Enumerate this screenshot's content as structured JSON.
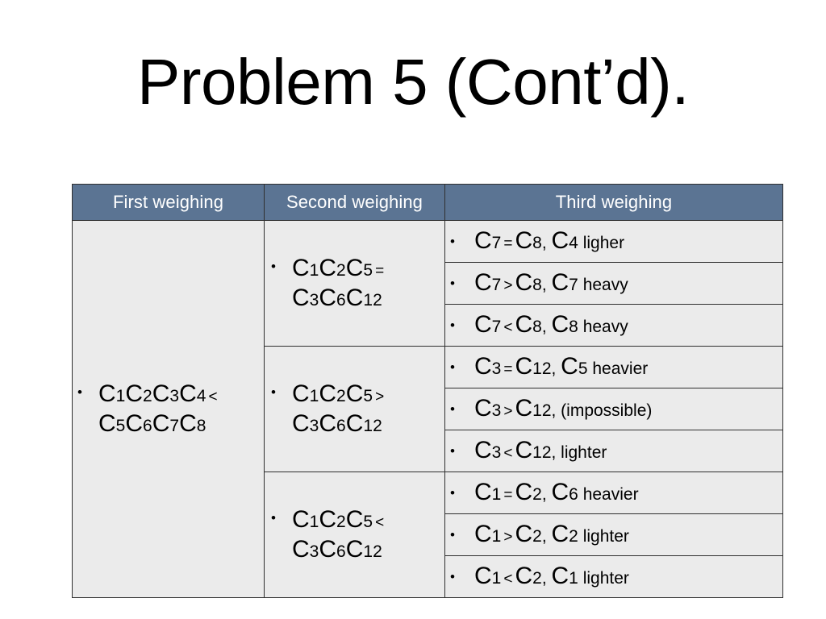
{
  "slide": {
    "title": "Problem 5 (Cont’d).",
    "colors": {
      "header_background": "#5b7493",
      "header_text": "#ffffff",
      "cell_background": "#ebebeb",
      "border": "#2f2f2f",
      "page_background": "#ffffff",
      "text": "#000000"
    }
  },
  "table": {
    "headers": [
      {
        "label": "First weighing"
      },
      {
        "label": "Second weighing"
      },
      {
        "label": "Third weighing"
      }
    ],
    "bullet_glyph": "•",
    "first_weighing": {
      "line1": {
        "terms": [
          {
            "c": "C",
            "n": "1"
          },
          {
            "c": "C",
            "n": "2"
          },
          {
            "c": "C",
            "n": "3"
          },
          {
            "c": "C",
            "n": "4"
          }
        ],
        "op": "<"
      },
      "line2": {
        "terms": [
          {
            "c": "C",
            "n": "5"
          },
          {
            "c": "C",
            "n": "6"
          },
          {
            "c": "C",
            "n": "7"
          },
          {
            "c": "C",
            "n": "8"
          }
        ],
        "op": ""
      }
    },
    "second_weighing": [
      {
        "line1": {
          "terms": [
            {
              "c": "C",
              "n": "1"
            },
            {
              "c": "C",
              "n": "2"
            },
            {
              "c": "C",
              "n": "5"
            }
          ],
          "op": "="
        },
        "line2": {
          "terms": [
            {
              "c": "C",
              "n": "3"
            },
            {
              "c": "C",
              "n": "6"
            },
            {
              "c": "C",
              "n": "12"
            }
          ],
          "op": ""
        }
      },
      {
        "line1": {
          "terms": [
            {
              "c": "C",
              "n": "1"
            },
            {
              "c": "C",
              "n": "2"
            },
            {
              "c": "C",
              "n": "5"
            }
          ],
          "op": ">"
        },
        "line2": {
          "terms": [
            {
              "c": "C",
              "n": "3"
            },
            {
              "c": "C",
              "n": "6"
            },
            {
              "c": "C",
              "n": "12"
            }
          ],
          "op": ""
        }
      },
      {
        "line1": {
          "terms": [
            {
              "c": "C",
              "n": "1"
            },
            {
              "c": "C",
              "n": "2"
            },
            {
              "c": "C",
              "n": "5"
            }
          ],
          "op": "<"
        },
        "line2": {
          "terms": [
            {
              "c": "C",
              "n": "3"
            },
            {
              "c": "C",
              "n": "6"
            },
            {
              "c": "C",
              "n": "12"
            }
          ],
          "op": ""
        }
      }
    ],
    "third_weighing": [
      {
        "left": {
          "c": "C",
          "n": "7"
        },
        "op": "=",
        "right": {
          "c": "C",
          "n": "8"
        },
        "result": {
          "c": "C",
          "n": "4"
        },
        "word": "ligher"
      },
      {
        "left": {
          "c": "C",
          "n": "7"
        },
        "op": ">",
        "right": {
          "c": "C",
          "n": "8"
        },
        "result": {
          "c": "C",
          "n": "7"
        },
        "word": "heavy"
      },
      {
        "left": {
          "c": "C",
          "n": "7"
        },
        "op": "<",
        "right": {
          "c": "C",
          "n": "8"
        },
        "result": {
          "c": "C",
          "n": "8"
        },
        "word": "heavy"
      },
      {
        "left": {
          "c": "C",
          "n": "3"
        },
        "op": "=",
        "right": {
          "c": "C",
          "n": "12"
        },
        "result": {
          "c": "C",
          "n": "5"
        },
        "word": "heavier"
      },
      {
        "left": {
          "c": "C",
          "n": "3"
        },
        "op": ">",
        "right": {
          "c": "C",
          "n": "12"
        },
        "result": null,
        "word": "(impossible)"
      },
      {
        "left": {
          "c": "C",
          "n": "3"
        },
        "op": "<",
        "right": {
          "c": "C",
          "n": "12"
        },
        "result": null,
        "word": "lighter"
      },
      {
        "left": {
          "c": "C",
          "n": "1"
        },
        "op": "=",
        "right": {
          "c": "C",
          "n": "2"
        },
        "result": {
          "c": "C",
          "n": "6"
        },
        "word": "heavier"
      },
      {
        "left": {
          "c": "C",
          "n": "1"
        },
        "op": ">",
        "right": {
          "c": "C",
          "n": "2"
        },
        "result": {
          "c": "C",
          "n": "2"
        },
        "word": "lighter"
      },
      {
        "left": {
          "c": "C",
          "n": "1"
        },
        "op": "<",
        "right": {
          "c": "C",
          "n": "2"
        },
        "result": {
          "c": "C",
          "n": "1"
        },
        "word": "lighter"
      }
    ]
  }
}
